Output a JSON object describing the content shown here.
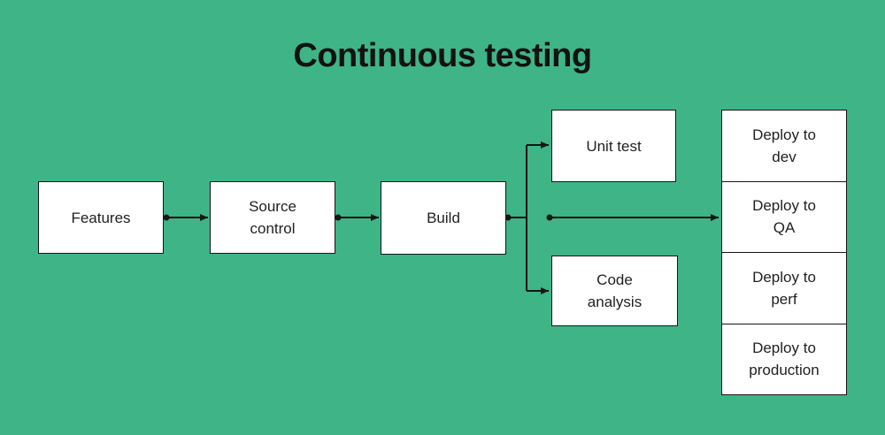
{
  "title": "Continuous testing",
  "colors": {
    "background": "#3eb487",
    "node_fill": "#ffffff",
    "node_border": "#161616",
    "connector": "#161616",
    "title_color": "#121212",
    "label_color": "#1f1f1f"
  },
  "nodes": {
    "features": {
      "label": "Features"
    },
    "source_control": {
      "label": "Source control"
    },
    "build": {
      "label": "Build"
    },
    "unit_test": {
      "label": "Unit test"
    },
    "code_analysis": {
      "label": "Code analysis"
    },
    "deploy_dev": {
      "label": "Deploy to dev"
    },
    "deploy_qa": {
      "label": "Deploy to QA"
    },
    "deploy_perf": {
      "label": "Deploy to perf"
    },
    "deploy_production": {
      "label": "Deploy to production"
    }
  },
  "edges": [
    {
      "from": "features",
      "to": "source_control"
    },
    {
      "from": "source_control",
      "to": "build"
    },
    {
      "from": "build",
      "to": "unit_test"
    },
    {
      "from": "build",
      "to": "code_analysis"
    },
    {
      "from": "build",
      "to": "deploy_qa"
    }
  ]
}
